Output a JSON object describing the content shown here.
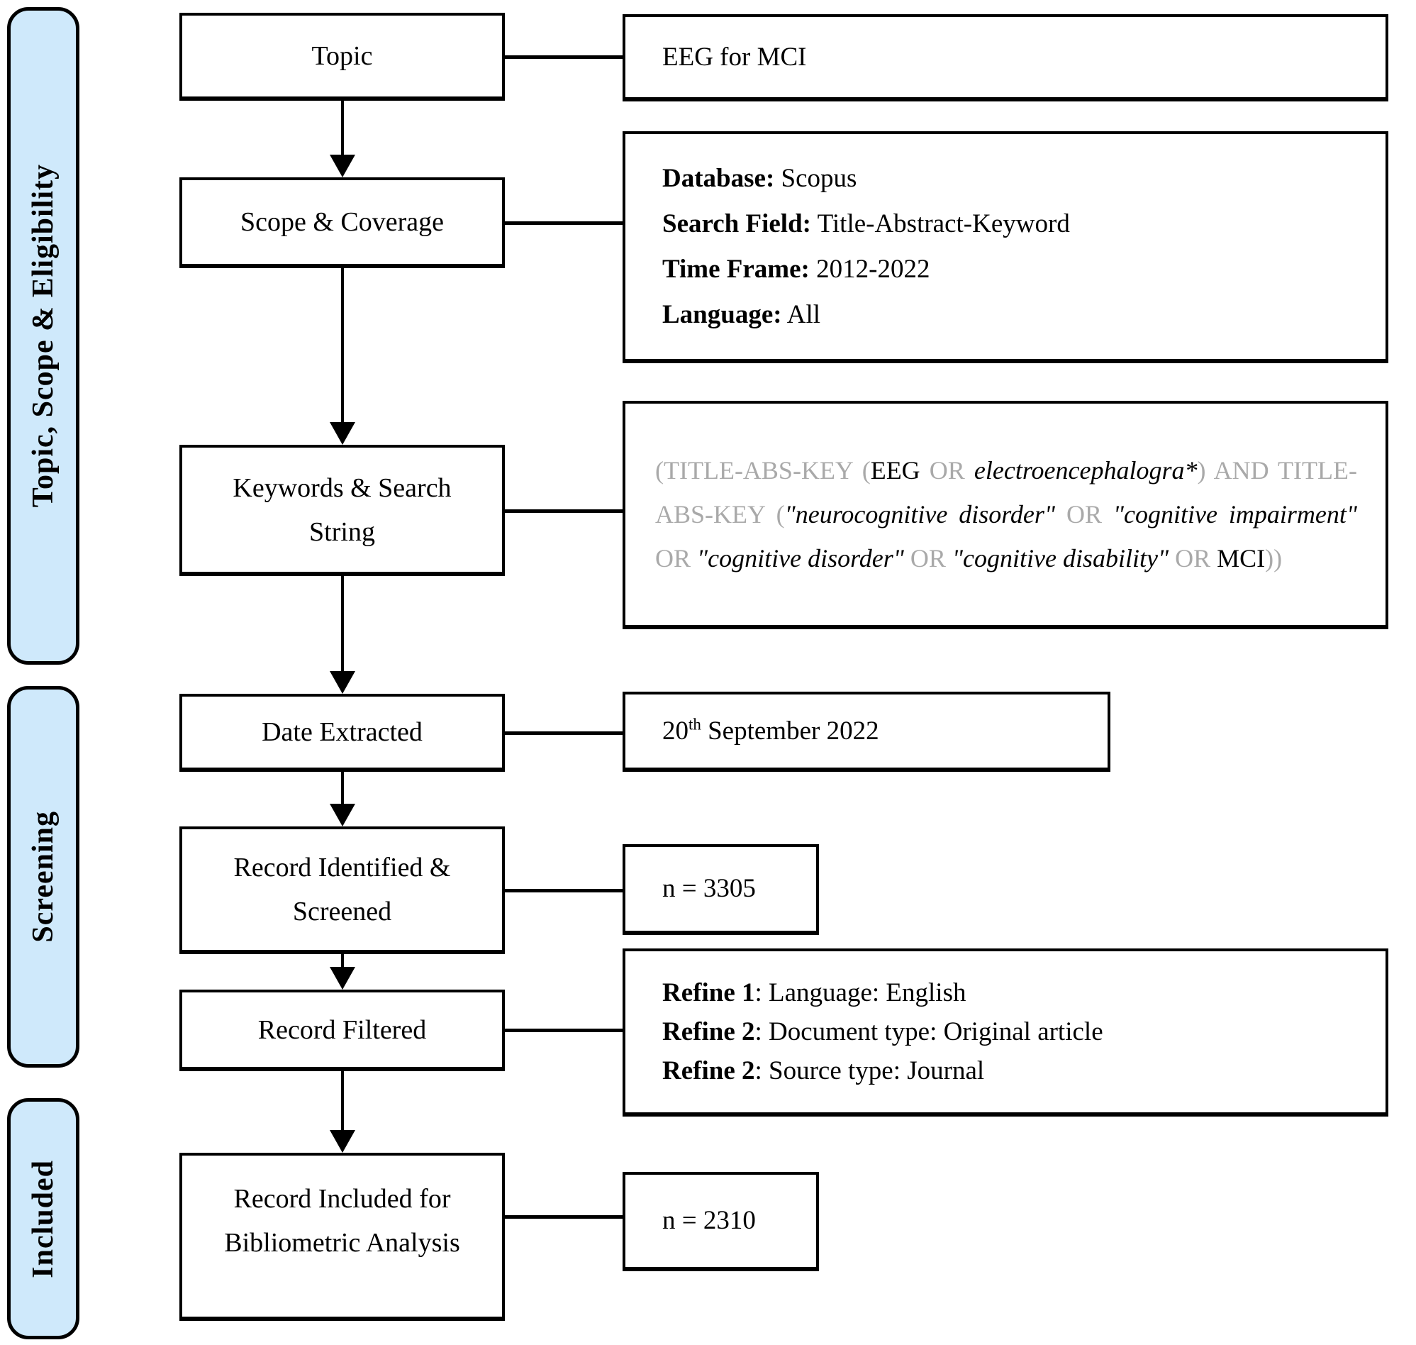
{
  "sidebar": {
    "groups": [
      {
        "label": "Topic, Scope & Eligibility"
      },
      {
        "label": "Screening"
      },
      {
        "label": "Included"
      }
    ]
  },
  "flow": {
    "steps": [
      {
        "label": "Topic"
      },
      {
        "label": "Scope & Coverage"
      },
      {
        "label": "Keywords & Search String"
      },
      {
        "label": "Date Extracted"
      },
      {
        "label": "Record Identified & Screened"
      },
      {
        "label": "Record Filtered"
      },
      {
        "label": "Record Included for Bibliometric Analysis"
      }
    ]
  },
  "details": {
    "topic": {
      "text": "EEG for MCI"
    },
    "scope": {
      "rows": [
        {
          "label": "Database:",
          "value": " Scopus"
        },
        {
          "label": "Search Field:",
          "value": " Title-Abstract-Keyword"
        },
        {
          "label": "Time Frame:",
          "value": " 2012-2022"
        },
        {
          "label": "Language:",
          "value": " All"
        }
      ]
    },
    "search_string": {
      "segments": [
        {
          "t": "(TITLE-ABS-KEY (",
          "gray": true
        },
        {
          "t": "EEG"
        },
        {
          "t": " OR ",
          "gray": true
        },
        {
          "t": "electroencephalogra*",
          "i": true
        },
        {
          "t": ") AND TITLE-ABS-KEY (",
          "gray": true
        },
        {
          "t": "\"neurocognitive disorder\"",
          "i": true
        },
        {
          "t": " OR ",
          "gray": true
        },
        {
          "t": "\"cognitive impairment\"",
          "i": true
        },
        {
          "t": " OR ",
          "gray": true
        },
        {
          "t": "\"cognitive disorder\"",
          "i": true
        },
        {
          "t": " OR ",
          "gray": true
        },
        {
          "t": "\"cognitive disability\"",
          "i": true
        },
        {
          "t": " OR ",
          "gray": true
        },
        {
          "t": "MCI"
        },
        {
          "t": "))",
          "gray": true
        }
      ]
    },
    "date": {
      "number": "20",
      "ordinal": "th",
      "rest": " September 2022"
    },
    "records_screened": {
      "text": "n = 3305"
    },
    "refine": {
      "rows": [
        {
          "label": "Refine 1",
          "value": ": Language: English"
        },
        {
          "label": "Refine 2",
          "value": ": Document type: Original article"
        },
        {
          "label": "Refine 2",
          "value": ": Source type: Journal"
        }
      ]
    },
    "records_included": {
      "text": "n = 2310"
    }
  },
  "colors": {
    "sidebar_fill": "#cfe9fb",
    "border": "#000000",
    "muted_text": "#a9a9a9"
  }
}
